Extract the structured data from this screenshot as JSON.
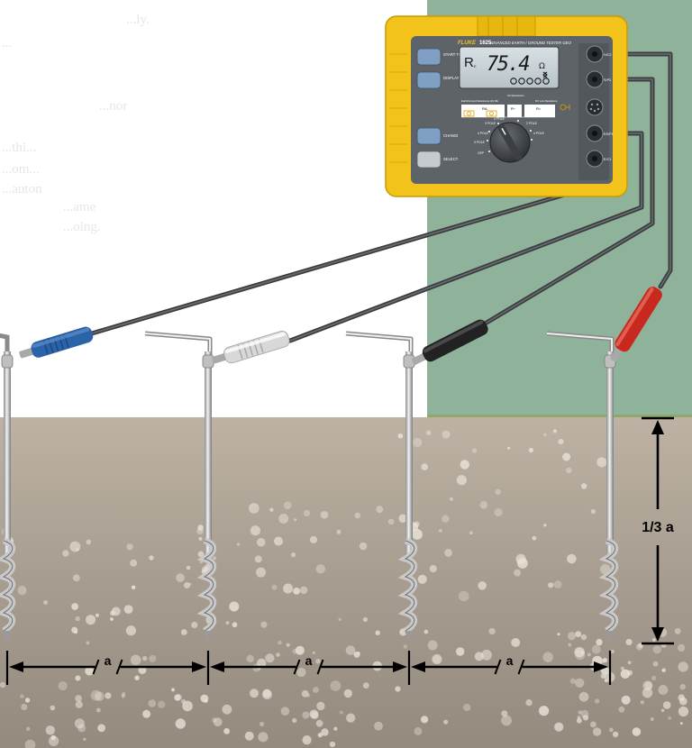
{
  "tester": {
    "brand": "FLUKE",
    "model": "1625",
    "subtitle": "ADVANCED EARTH / GROUND TESTER GEO",
    "display_prefix": "R",
    "display_sub": "E",
    "display_value": "75.4",
    "display_unit": "Ω",
    "buttons": {
      "start_test": "START TEST",
      "display_menu": "DISPLAY MENU",
      "change_item": "CHANGE ITEM",
      "select": "SELECT"
    },
    "dial": {
      "header_left": "Earth/Ground Resistance (Ω) RE",
      "header_mid": "AC Resistance",
      "header_right": "DC Low Resistance",
      "section_ra": "RA",
      "section_r": "R~",
      "section_rdc": "R=",
      "pos_3pole_top": "3 POLE",
      "pos_4pole_top": "4 POLE",
      "pos_2pole_right": "2 POLE",
      "pos_4pole_right": "4 POLE",
      "pos_4pole_left": "4 POLE",
      "pos_3pole_left": "3 POLE",
      "off": "OFF"
    },
    "terminals": [
      "H/C2",
      "S/P2",
      "",
      "ES/P1",
      "E/C1"
    ]
  },
  "measurement": {
    "spacing_label": "a",
    "depth_label": "1/3 a"
  },
  "colors": {
    "tester_body": "#F2C31A",
    "panel": "#5E6368",
    "lcd": "#C9D3D8",
    "green_background": "#8FB39A",
    "soil": "#A39B8E",
    "grass": "#8FA86A",
    "probe_blue": "#2B63A8",
    "probe_white": "#D8D8D8",
    "probe_black": "#222222",
    "probe_red": "#C8281E"
  },
  "background_text": [
    "...ly.",
    "...",
    "...nor",
    "...thi...",
    "...om...",
    "...auton",
    "...ame",
    "...oing."
  ]
}
